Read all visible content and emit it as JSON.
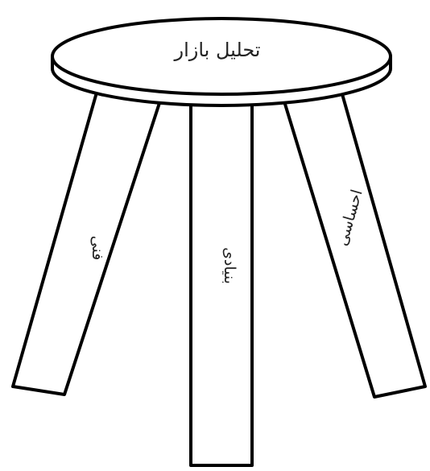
{
  "diagram": {
    "seat_label": "تحلیل بازار",
    "legs": {
      "left": "فنی",
      "center": "بنیادی",
      "right": "احساسی"
    }
  },
  "colors": {
    "outline": "#000000",
    "fill": "#ffffff",
    "text": "#222222"
  }
}
